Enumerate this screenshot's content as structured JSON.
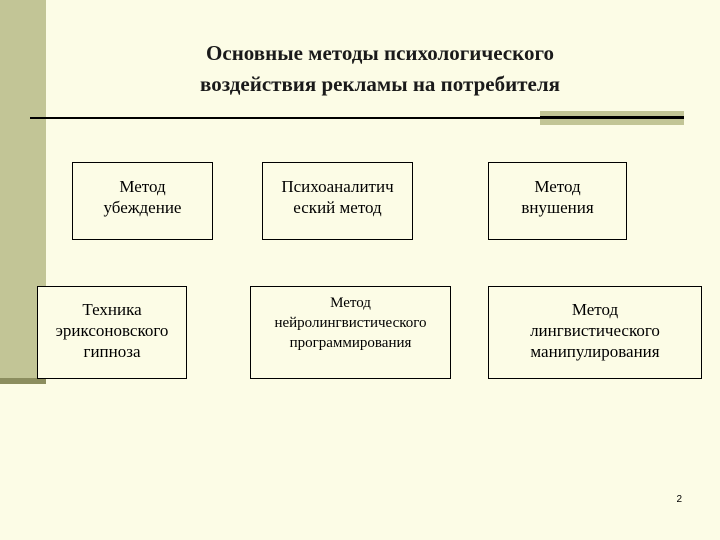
{
  "slide": {
    "title_line1": "Основные методы психологического",
    "title_line2": "воздействия рекламы на потребителя",
    "page_number": "2"
  },
  "methods": [
    {
      "lines": [
        "Метод",
        "убеждение"
      ]
    },
    {
      "lines": [
        "Психоаналитич",
        "еский метод"
      ]
    },
    {
      "lines": [
        "Метод",
        "внушения"
      ]
    },
    {
      "lines": [
        "Техника",
        "эриксоновского",
        "гипноза"
      ]
    },
    {
      "lines": [
        "Метод",
        "нейролингвистического",
        "программирования"
      ]
    },
    {
      "lines": [
        "Метод",
        "лингвистического",
        "манипулирования"
      ]
    }
  ],
  "colors": {
    "background": "#fcfce6",
    "accent_bar": "#c2c596",
    "accent_dark": "#8c8e5f",
    "text": "#000000"
  }
}
